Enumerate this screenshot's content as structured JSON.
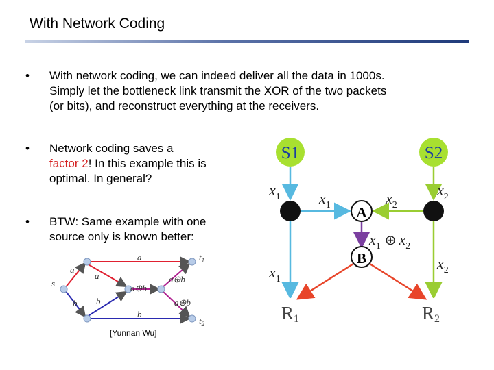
{
  "slide": {
    "title": "With Network Coding",
    "bullets": [
      {
        "lines": [
          "With network coding, we can indeed deliver all the data in 1000s.",
          "Simply let the bottleneck link transmit the XOR of the two packets",
          "(or bits), and reconstruct everything at the receivers."
        ]
      },
      {
        "line1": "Network coding saves a",
        "red": "factor 2",
        "after_red": "! In this example this is",
        "line3": "optimal. In general?"
      },
      {
        "lines": [
          "BTW: Same example with one",
          "source only is known better:"
        ]
      }
    ],
    "bullet_symbol": "•",
    "citation": "[Yunnan Wu]"
  },
  "butterfly_right": {
    "nodes": {
      "s1": "S1",
      "s2": "S2",
      "a": "A",
      "b": "B",
      "r1": "R",
      "r1_sub": "1",
      "r2": "R",
      "r2_sub": "2"
    },
    "edge_labels": {
      "x": "x",
      "sub1": "1",
      "sub2": "2",
      "xor": "⊕"
    },
    "colors": {
      "source_fill": "#a8e030",
      "red": "#e8452a",
      "blue": "#57b9e0",
      "green": "#9acd32",
      "arrow": "#7b3fa0"
    }
  },
  "butterfly_left": {
    "labels": {
      "a": "a",
      "b": "b",
      "s": "s",
      "t1": "t",
      "t1_sub": "1",
      "t2": "t",
      "t2_sub": "2",
      "xor": "⊕"
    },
    "colors": {
      "red": "#e02030",
      "blue": "#2a2ab0",
      "magenta": "#b02090",
      "node": "#b8cce8"
    }
  }
}
